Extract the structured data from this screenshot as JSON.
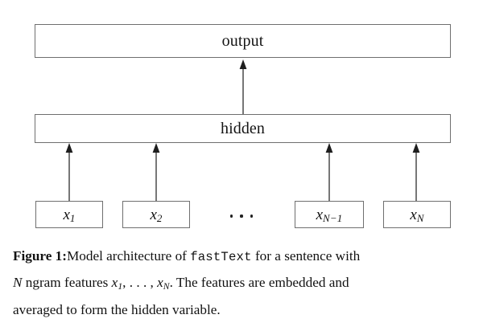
{
  "figure": {
    "diagram": {
      "layers": [
        {
          "id": "output",
          "label": "output"
        },
        {
          "id": "hidden",
          "label": "hidden"
        }
      ],
      "inputs": [
        {
          "id": "x1",
          "base": "x",
          "sub": "1"
        },
        {
          "id": "x2",
          "base": "x",
          "sub": "2"
        },
        {
          "id": "xn-1",
          "base": "x",
          "sub": "N−1"
        },
        {
          "id": "xn",
          "base": "x",
          "sub": "N"
        }
      ],
      "ellipsis": "· · ·",
      "arrows": [
        {
          "id": "hidden-to-output",
          "from": "hidden",
          "to": "output"
        },
        {
          "id": "x1-to-hidden",
          "from": "x1",
          "to": "hidden"
        },
        {
          "id": "x2-to-hidden",
          "from": "x2",
          "to": "hidden"
        },
        {
          "id": "xn-1-to-hidden",
          "from": "xn-1",
          "to": "hidden"
        },
        {
          "id": "xn-to-hidden",
          "from": "xn",
          "to": "hidden"
        }
      ],
      "colors": {
        "box_border": "#6f6f6f",
        "box_fill": "#ffffff",
        "arrow": "#555555",
        "text": "#141414",
        "page_background": "#ffffff"
      }
    },
    "caption": {
      "label": "Figure 1:",
      "line1_part1": "Model architecture of ",
      "line1_mono": "fastText",
      "line1_part2": " for a sentence with",
      "line2_n": "N",
      "line2_part1": " ngram features ",
      "line2_math_x1_base": "x",
      "line2_math_x1_sub": "1",
      "line2_math_dots": ", . . . , ",
      "line2_math_xn_base": "x",
      "line2_math_xn_sub": "N",
      "line2_part2": ". The features are embedded and",
      "line3": "averaged to form the hidden variable.",
      "full_text": "Figure 1: Model architecture of fastText for a sentence with N ngram features x1, . . . , xN. The features are embedded and averaged to form the hidden variable."
    }
  }
}
